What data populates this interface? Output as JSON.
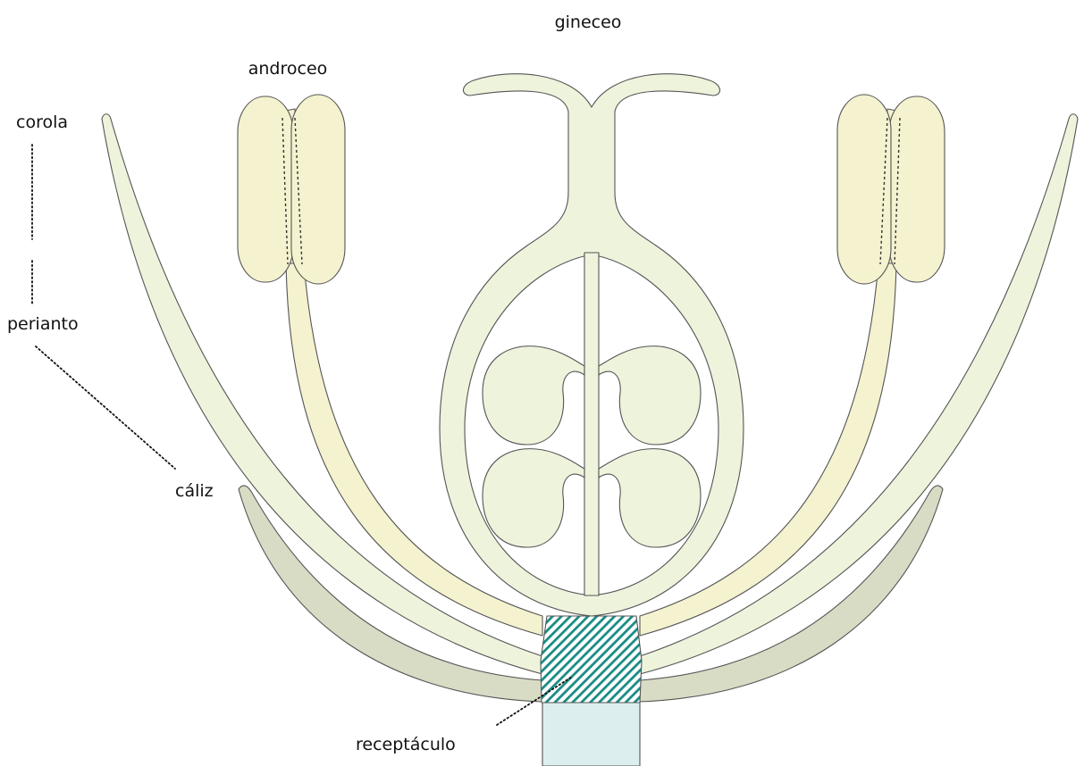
{
  "labels": {
    "gineceo": "gineceo",
    "androceo": "androceo",
    "corola": "corola",
    "perianto": "perianto",
    "caliz": "cáliz",
    "receptaculo": "receptáculo"
  },
  "colors": {
    "pistil_fill": "#eef3dc",
    "petal_fill": "#eef3dc",
    "stamen_fill": "#f4f2cf",
    "sepal_fill": "#d8dcc5",
    "receptacle_hatch": "#1a8c84",
    "stem_fill": "#dcefee",
    "outline": "#555555"
  }
}
